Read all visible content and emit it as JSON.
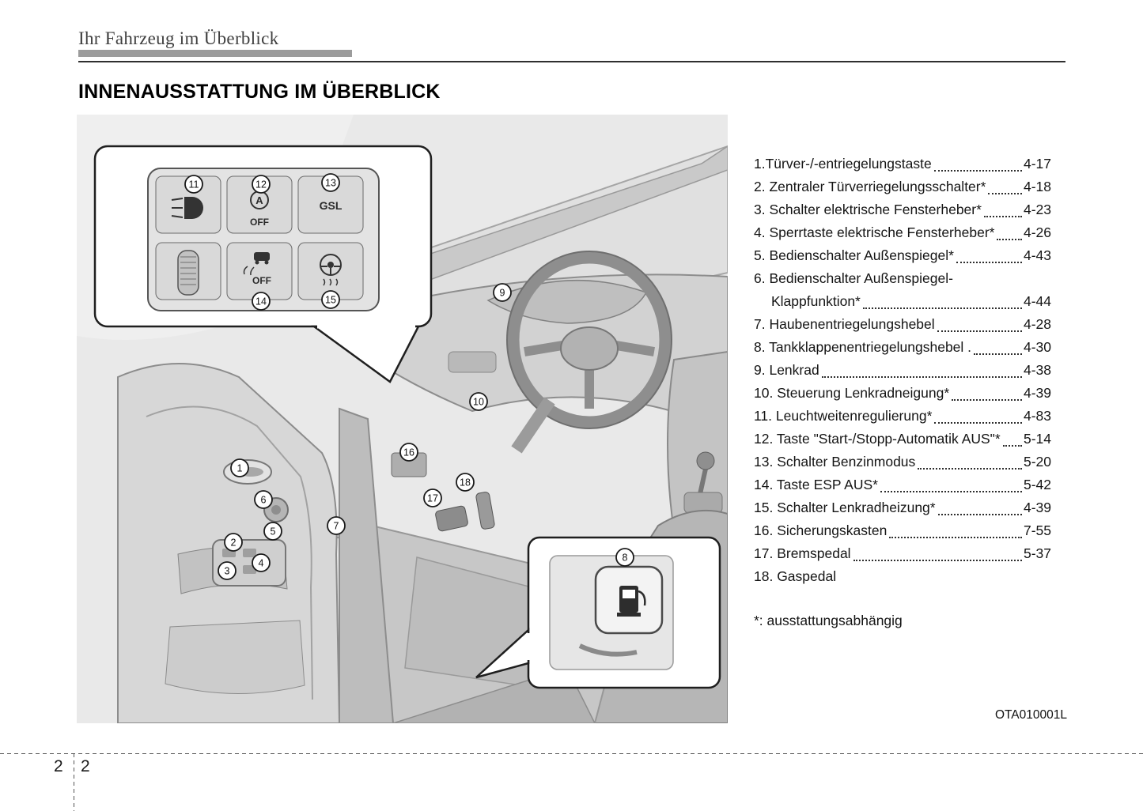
{
  "header": {
    "chapter_title": "Ihr Fahrzeug im Überblick"
  },
  "section": {
    "title": "INNENAUSSTATTUNG IM ÜBERBLICK"
  },
  "diagram": {
    "image_code": "OTA010001L",
    "panel": {
      "auto_letter": "A",
      "auto_off_label": "OFF",
      "gsl_label": "GSL",
      "esp_off_label": "OFF"
    },
    "callouts": {
      "c1": "1",
      "c2": "2",
      "c3": "3",
      "c4": "4",
      "c5": "5",
      "c6": "6",
      "c7": "7",
      "c8": "8",
      "c9": "9",
      "c10": "10",
      "c11": "11",
      "c12": "12",
      "c13": "13",
      "c14": "14",
      "c15": "15",
      "c16": "16",
      "c17": "17",
      "c18": "18"
    }
  },
  "legend": {
    "items": [
      {
        "label": "1.Türver-/-entriegelungstaste",
        "ref": "4-17"
      },
      {
        "label": "2. Zentraler Türverriegelungsschalter*",
        "ref": "4-18"
      },
      {
        "label": "3. Schalter elektrische Fensterheber*",
        "ref": "4-23"
      },
      {
        "label": "4. Sperrtaste elektrische Fensterheber*",
        "ref": "4-26"
      },
      {
        "label": "5. Bedienschalter Außenspiegel*",
        "ref": "4-43"
      },
      {
        "label": "6. Bedienschalter Außenspiegel-"
      },
      {
        "label": "Klappfunktion*",
        "ref": "4-44",
        "indent": true
      },
      {
        "label": "7. Haubenentriegelungshebel",
        "ref": "4-28"
      },
      {
        "label": "8. Tankklappenentriegelungshebel .",
        "ref": "4-30"
      },
      {
        "label": "9. Lenkrad",
        "ref": "4-38"
      },
      {
        "label": "10. Steuerung Lenkradneigung*",
        "ref": "4-39"
      },
      {
        "label": "11. Leuchtweitenregulierung*",
        "ref": "4-83"
      },
      {
        "label": "12. Taste \"Start-/Stopp-Automatik AUS\"*",
        "ref": "5-14"
      },
      {
        "label": "13. Schalter Benzinmodus",
        "ref": "5-20"
      },
      {
        "label": "14. Taste ESP AUS*",
        "ref": "5-42"
      },
      {
        "label": "15. Schalter Lenkradheizung*",
        "ref": "4-39"
      },
      {
        "label": "16. Sicherungskasten",
        "ref": "7-55"
      },
      {
        "label": "17. Bremspedal",
        "ref": "5-37"
      },
      {
        "label": "18. Gaspedal"
      }
    ],
    "footnote": "*: ausstattungsabhängig"
  },
  "footer": {
    "page_left": "2",
    "page_right": "2"
  }
}
